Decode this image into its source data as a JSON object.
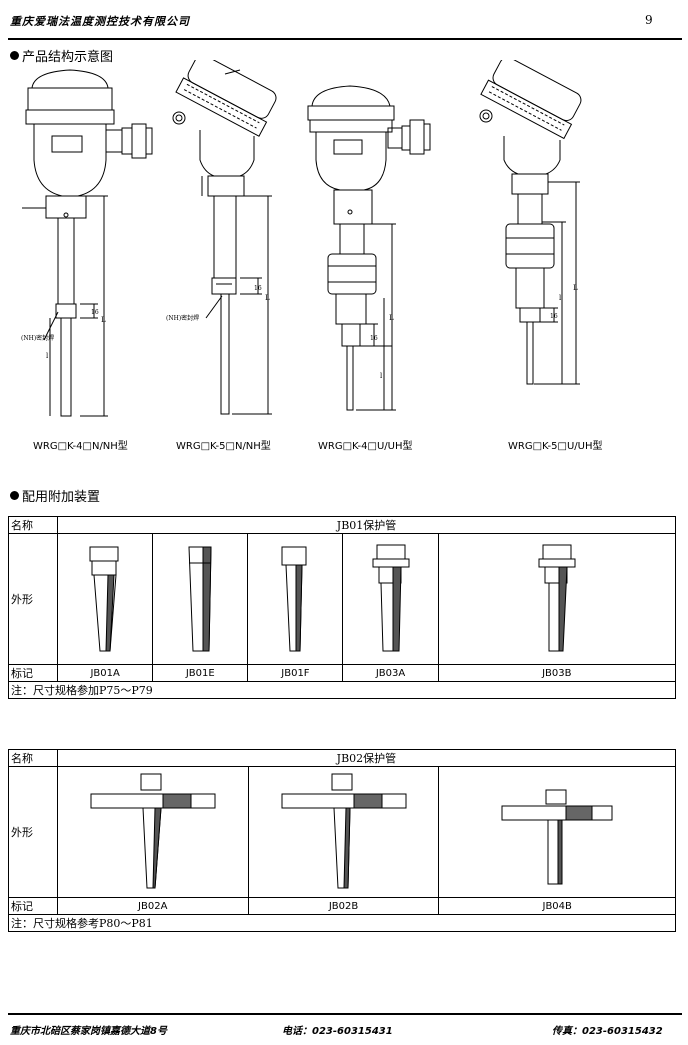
{
  "header": {
    "company": "重庆爱瑞法温度测控技术有限公司",
    "page_number": "9"
  },
  "section1": {
    "title": "产品结构示意图",
    "captions": [
      "WRG□K-4□N/NH型",
      "WRG□K-5□N/NH型",
      "WRG□K-4□U/UH型",
      "WRG□K-5□U/UH型"
    ],
    "weld_label": "(NH)密封焊",
    "dim_labels": {
      "l": "l",
      "L": "L",
      "d16": "16"
    }
  },
  "section2": {
    "title": "配用附加装置"
  },
  "table1": {
    "name_label": "名称",
    "title": "JB01保护管",
    "shape_label": "外形",
    "mark_label": "标记",
    "marks": [
      "JB01A",
      "JB01E",
      "JB01F",
      "JB03A",
      "JB03B"
    ],
    "note": "注：尺寸规格参加P75～P79"
  },
  "table2": {
    "name_label": "名称",
    "title": "JB02保护管",
    "shape_label": "外形",
    "mark_label": "标记",
    "marks": [
      "JB02A",
      "JB02B",
      "JB04B"
    ],
    "note": "注：尺寸规格参考P80～P81"
  },
  "footer": {
    "address": "重庆市北碚区蔡家岗镇嘉德大道8号",
    "phone": "电话：023-60315431",
    "fax": "传真：023-60315432"
  }
}
